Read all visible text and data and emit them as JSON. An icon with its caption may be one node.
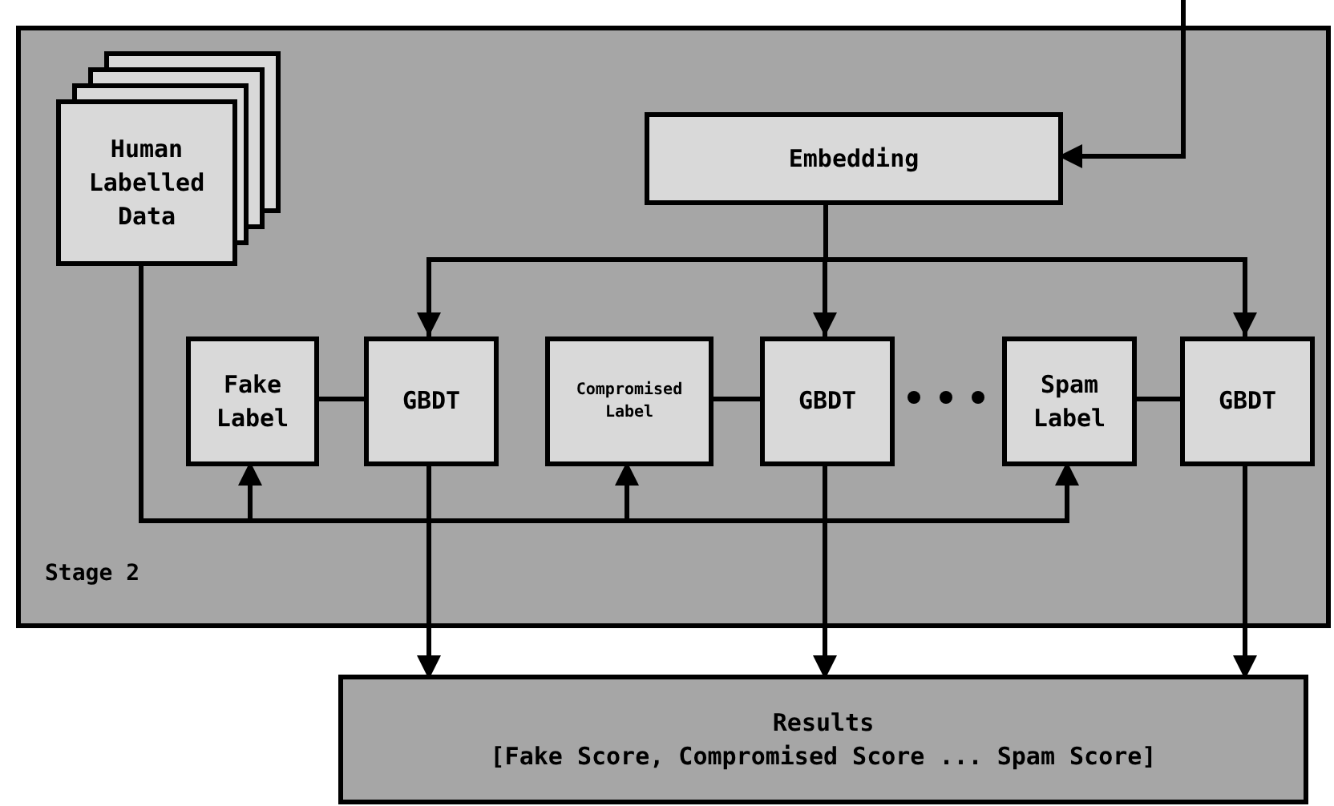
{
  "diagram": {
    "nodes": [
      {
        "text": [
          "Stage 2"
        ]
      },
      {
        "text": [
          "Human Labelled Data"
        ],
        "in": 0
      },
      {
        "text": [
          "Embedding"
        ],
        "in": 0
      },
      {
        "text": [
          "Fake Label"
        ],
        "in": 0
      },
      {
        "text": [
          "GBDT"
        ],
        "in": 0
      },
      {
        "text": [
          "Compromised Label"
        ],
        "in": 0
      },
      {
        "text": [
          "GBDT"
        ],
        "in": 0
      },
      {
        "text": [
          "Spam Label"
        ],
        "in": 0
      },
      {
        "text": [
          "GBDT"
        ],
        "in": 0
      },
      {
        "text": [
          "Results",
          "[Fake Score, Compromised Score ... Spam Score]"
        ]
      }
    ],
    "edges": [
      {
        "from": null,
        "to": 2,
        "arrow": "to"
      },
      {
        "from": 2,
        "to": 4,
        "arrow": "to"
      },
      {
        "from": 2,
        "to": 6,
        "arrow": "to"
      },
      {
        "from": 2,
        "to": 8,
        "arrow": "to"
      },
      {
        "from": 1,
        "to": 3,
        "arrow": "to"
      },
      {
        "from": 1,
        "to": 5,
        "arrow": "to"
      },
      {
        "from": 1,
        "to": 7,
        "arrow": "to"
      },
      {
        "from": 3,
        "to": 4,
        "arrow": "none"
      },
      {
        "from": 5,
        "to": 6,
        "arrow": "none"
      },
      {
        "from": 7,
        "to": 8,
        "arrow": "none"
      },
      {
        "from": 4,
        "to": 9,
        "arrow": "to"
      },
      {
        "from": 6,
        "to": 9,
        "arrow": "to"
      },
      {
        "from": 8,
        "to": 9,
        "arrow": "to"
      }
    ]
  }
}
